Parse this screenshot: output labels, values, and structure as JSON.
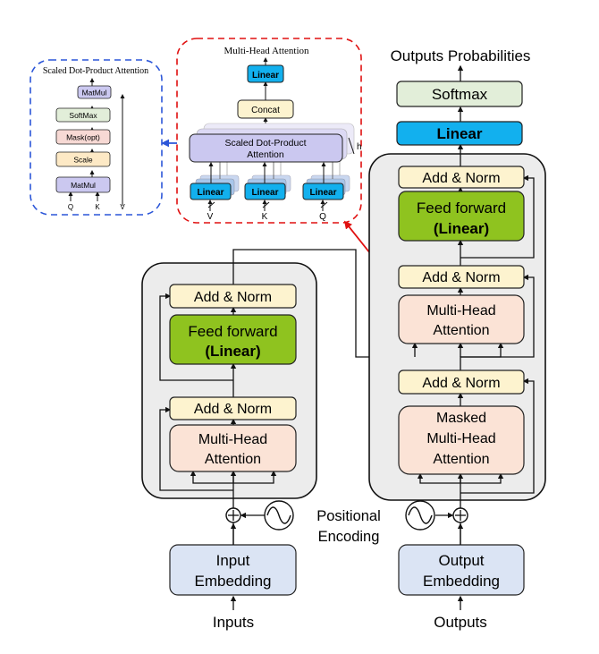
{
  "colors": {
    "embed": "#dbe4f4",
    "attn": "#fbe3d6",
    "norm": "#fdf3cf",
    "ffn": "#8fc31f",
    "linear": "#12b0ee",
    "softmax": "#e2eed9",
    "sdp": "#cbc8f0",
    "mask": "#f7d9d4",
    "scale": "#fde9c5",
    "panel": "#ececec",
    "red": "#e01010",
    "blue": "#2c56d8"
  },
  "sdp_panel": {
    "title": "Scaled Dot-Product Attention",
    "matmul_top": "MatMul",
    "softmax": "SoftMax",
    "mask": "Mask(opt)",
    "scale": "Scale",
    "matmul_bottom": "MatMul",
    "q": "Q",
    "k": "K",
    "v": "V"
  },
  "mha_panel": {
    "title": "Multi-Head Attention",
    "linear_top": "Linear",
    "concat": "Concat",
    "sdp_line1": "Scaled Dot-Product",
    "sdp_line2": "Attention",
    "h": "h",
    "linear_v": "Linear",
    "linear_k": "Linear",
    "linear_q": "Linear",
    "v": "V",
    "k": "K",
    "q": "Q"
  },
  "encoder": {
    "add_norm_top": "Add & Norm",
    "ffn_line1": "Feed forward",
    "ffn_line2": "(Linear)",
    "add_norm_bottom": "Add & Norm",
    "mha_line1": "Multi-Head",
    "mha_line2": "Attention"
  },
  "decoder": {
    "add_norm_top": "Add & Norm",
    "ffn_line1": "Feed forward",
    "ffn_line2": "(Linear)",
    "add_norm_mid": "Add & Norm",
    "mha_line1": "Multi-Head",
    "mha_line2": "Attention",
    "add_norm_bottom": "Add & Norm",
    "masked_line1": "Masked",
    "masked_line2": "Multi-Head",
    "masked_line3": "Attention"
  },
  "head": {
    "outputs_probabilities": "Outputs Probabilities",
    "softmax": "Softmax",
    "linear": "Linear"
  },
  "embedding": {
    "input_line1": "Input",
    "input_line2": "Embedding",
    "output_line1": "Output",
    "output_line2": "Embedding",
    "positional_line1": "Positional",
    "positional_line2": "Encoding",
    "inputs": "Inputs",
    "outputs": "Outputs"
  }
}
